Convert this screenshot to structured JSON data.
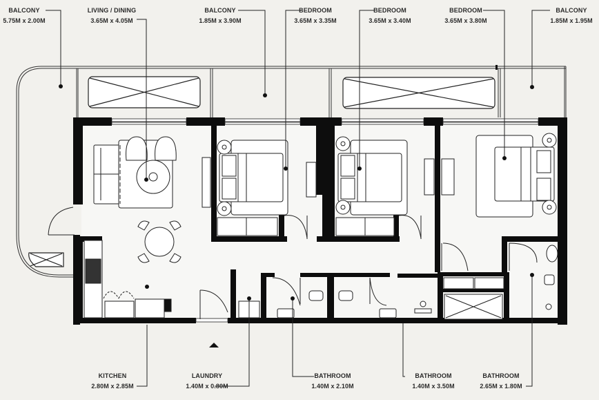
{
  "background": "#f2f1ed",
  "ink": "#111111",
  "labels_top": [
    {
      "name": "BALCONY",
      "dims": "5.75M x 2.00M"
    },
    {
      "name": "LIVING / DINING",
      "dims": "3.65M x 4.05M"
    },
    {
      "name": "BALCONY",
      "dims": "1.85M x 3.90M"
    },
    {
      "name": "BEDROOM",
      "dims": "3.65M x 3.35M"
    },
    {
      "name": "BEDROOM",
      "dims": "3.65M x 3.40M"
    },
    {
      "name": "BEDROOM",
      "dims": "3.65M x 3.80M"
    },
    {
      "name": "BALCONY",
      "dims": "1.85M x 1.95M"
    }
  ],
  "labels_bottom": [
    {
      "name": "KITCHEN",
      "dims": "2.80M x 2.85M"
    },
    {
      "name": "LAUNDRY",
      "dims": "1.40M x 0.80M"
    },
    {
      "name": "BATHROOM",
      "dims": "1.40M x 2.10M"
    },
    {
      "name": "BATHROOM",
      "dims": "1.40M x 3.50M"
    },
    {
      "name": "BATHROOM",
      "dims": "2.65M x 1.80M"
    }
  ],
  "entrance_marker": "north-arrow-triangle"
}
